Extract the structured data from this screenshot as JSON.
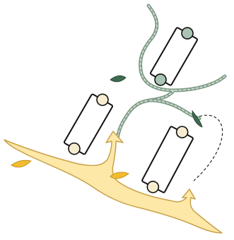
{
  "diagram": {
    "colors": {
      "background": "#ffffff",
      "outline": "#111111",
      "yellow_fill": "#fde8a8",
      "yellow_stroke": "#c9a24a",
      "yellow_drop": "#f1bd2e",
      "green_tube": "#7f9b86",
      "green_dash": "#d9e4dc",
      "green_fill": "#a9c4b4",
      "green_drop": "#3f6b50",
      "dashed_line": "#222222"
    },
    "icons": [
      "cylinder-glyph",
      "drop-glyph",
      "arrowhead-glyph"
    ]
  }
}
